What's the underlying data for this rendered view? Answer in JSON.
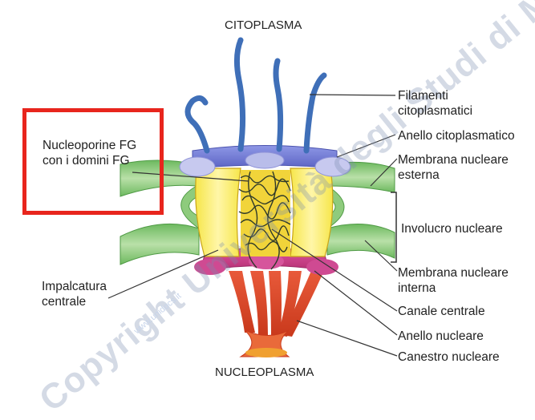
{
  "title_top": "CITOPLASMA",
  "title_bottom": "NUCLEOPLASMA",
  "highlight_label": {
    "line1": "Nucleoporine FG",
    "line2": "con i domini FG"
  },
  "labels": {
    "filamenti_1": "Filamenti",
    "filamenti_2": "citoplasmatici",
    "anello_citoplasmatico": "Anello citoplasmatico",
    "membrana_esterna_1": "Membrana nucleare",
    "membrana_esterna_2": "esterna",
    "involucro": "Involucro nucleare",
    "membrana_interna_1": "Membrana nucleare",
    "membrana_interna_2": "interna",
    "canale_centrale": "Canale centrale",
    "anello_nucleare": "Anello nucleare",
    "canestro_nucleare": "Canestro nucleare",
    "impalcatura_1": "Impalcatura",
    "impalcatura_2": "centrale"
  },
  "watermark": {
    "main": "Copyright Università degli Studi di Milano",
    "site": "www.unidocs.it"
  },
  "colors": {
    "highlight_border": "#e8251d",
    "membrane": "#7cc06e",
    "scaffold": "#f3e23a",
    "cytoplasmic_ring": "#7d86d8",
    "nuclear_ring": "#d23f8a",
    "filament": "#3f6fb8",
    "basket": "#e24f2a"
  }
}
